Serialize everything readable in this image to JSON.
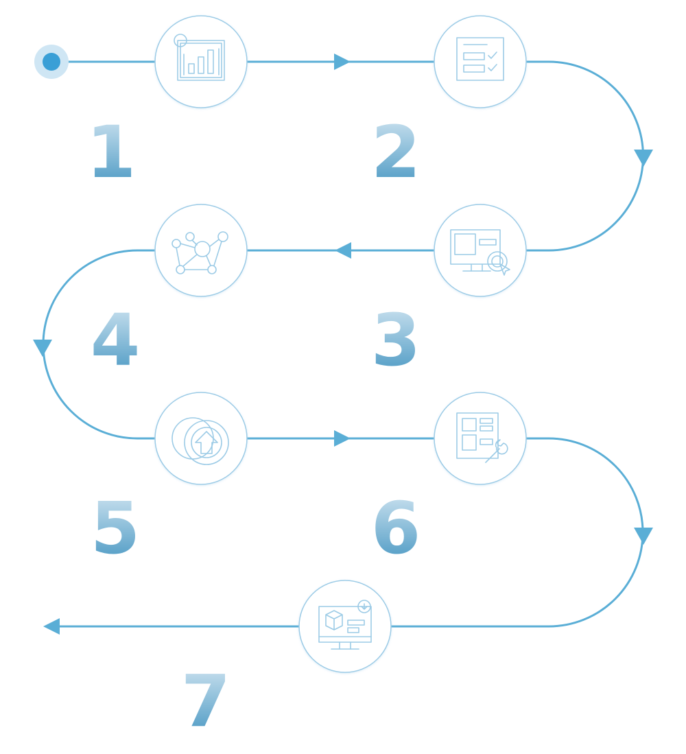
{
  "colors": {
    "path": "#5aaed6",
    "start_dot": "#3a9fd6",
    "start_halo": "#cfe6f4",
    "icon_stroke": "#9ccbe6",
    "circle_border": "#9ccbe6",
    "number_top": "#d6e8f3",
    "number_bottom": "#3f92bf"
  },
  "steps": [
    {
      "number": "1",
      "icon": "bar-chart-report-icon"
    },
    {
      "number": "2",
      "icon": "checklist-form-icon"
    },
    {
      "number": "3",
      "icon": "monitor-click-icon"
    },
    {
      "number": "4",
      "icon": "network-nodes-icon"
    },
    {
      "number": "5",
      "icon": "upload-arrow-icon"
    },
    {
      "number": "6",
      "icon": "layout-wrench-icon"
    },
    {
      "number": "7",
      "icon": "monitor-package-icon"
    }
  ]
}
